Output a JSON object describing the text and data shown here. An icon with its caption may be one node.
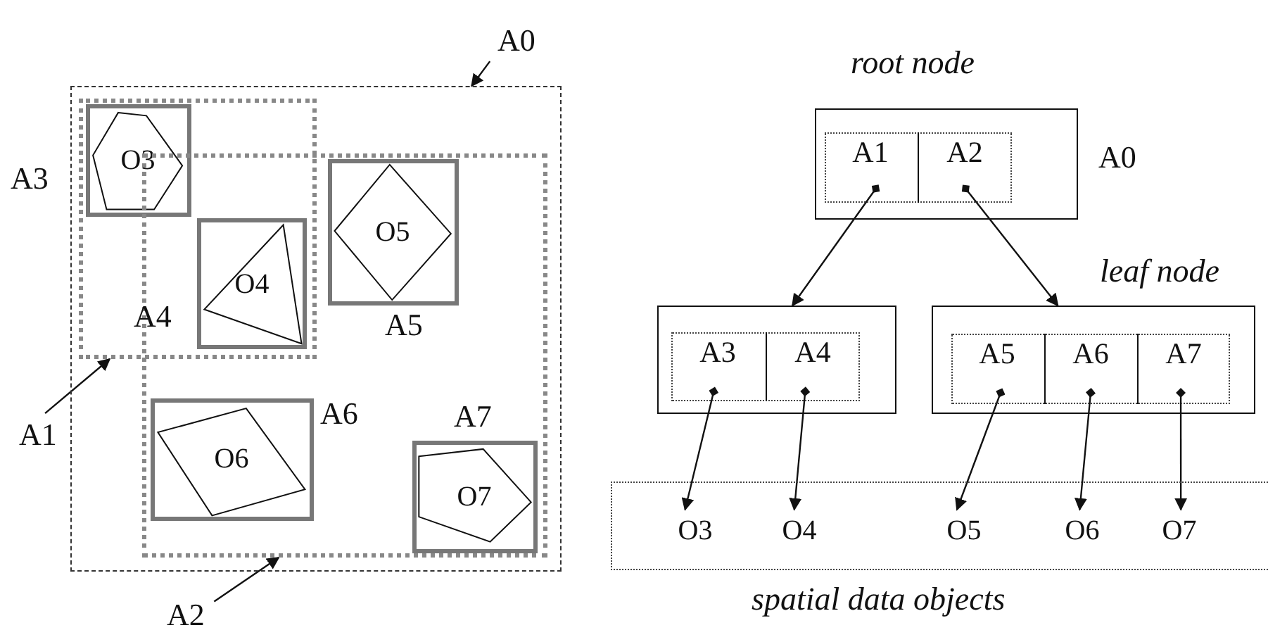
{
  "diagram": {
    "nodes": [
      {
        "text": [
          "A0"
        ]
      },
      {
        "text": [],
        "shape": "box"
      },
      {
        "text": [],
        "shape": "box",
        "in": 1
      },
      {
        "text": [],
        "shape": "box",
        "in": 1
      },
      {
        "text": [
          "O3"
        ],
        "beside": [
          "A3"
        ],
        "in": 2
      },
      {
        "text": [
          "O4"
        ]
      },
      {
        "text": [
          "O5"
        ],
        "beside": [
          "A5"
        ],
        "in": 3
      },
      {
        "text": [
          "O6"
        ],
        "beside": [
          "A6"
        ],
        "in": 3
      },
      {
        "text": [
          "O7"
        ],
        "beside": [
          "A7"
        ],
        "in": 3
      },
      {
        "text": [
          "A1"
        ]
      },
      {
        "text": [
          "A2"
        ]
      },
      {
        "text": [
          "root node"
        ],
        "beside": [
          "A0"
        ]
      },
      {
        "text": [],
        "shape": "box",
        "in": 11
      },
      {
        "text": [
          "A1"
        ],
        "in": 12
      },
      {
        "text": [
          "A2"
        ],
        "in": 12
      },
      {
        "text": [],
        "shape": "box"
      },
      {
        "text": [],
        "shape": "box",
        "in": 15
      },
      {
        "text": [
          "A3"
        ],
        "in": 16
      },
      {
        "text": [
          "A4"
        ],
        "in": 16
      },
      {
        "text": [
          "leaf node"
        ]
      },
      {
        "text": [],
        "shape": "box",
        "in": 19
      },
      {
        "text": [
          "A5"
        ],
        "in": 20
      },
      {
        "text": [
          "A6"
        ],
        "in": 20
      },
      {
        "text": [
          "A7"
        ],
        "in": 20
      },
      {
        "text": [
          "spatial data objects"
        ]
      },
      {
        "text": [
          "O3"
        ],
        "in": 24
      },
      {
        "text": [
          "O4"
        ],
        "in": 24
      },
      {
        "text": [
          "O5"
        ],
        "in": 24
      },
      {
        "text": [
          "O6"
        ],
        "in": 24
      },
      {
        "text": [
          "O7"
        ],
        "in": 24
      }
    ],
    "edges": [
      {
        "from": 0,
        "to": 1,
        "arrow": "to"
      },
      {
        "from": 9,
        "to": 2,
        "arrow": "to"
      },
      {
        "from": 10,
        "to": 3,
        "arrow": "to"
      },
      {
        "from": 13,
        "to": 15,
        "arrow": "to"
      },
      {
        "from": 14,
        "to": 19,
        "arrow": "to"
      },
      {
        "from": 17,
        "to": 25,
        "arrow": "to"
      },
      {
        "from": 18,
        "to": 26,
        "arrow": "to"
      },
      {
        "from": 21,
        "to": 27,
        "arrow": "to"
      },
      {
        "from": 22,
        "to": 28,
        "arrow": "to"
      },
      {
        "from": 23,
        "to": 29,
        "arrow": "to"
      }
    ],
    "labels": [
      "A4"
    ]
  }
}
